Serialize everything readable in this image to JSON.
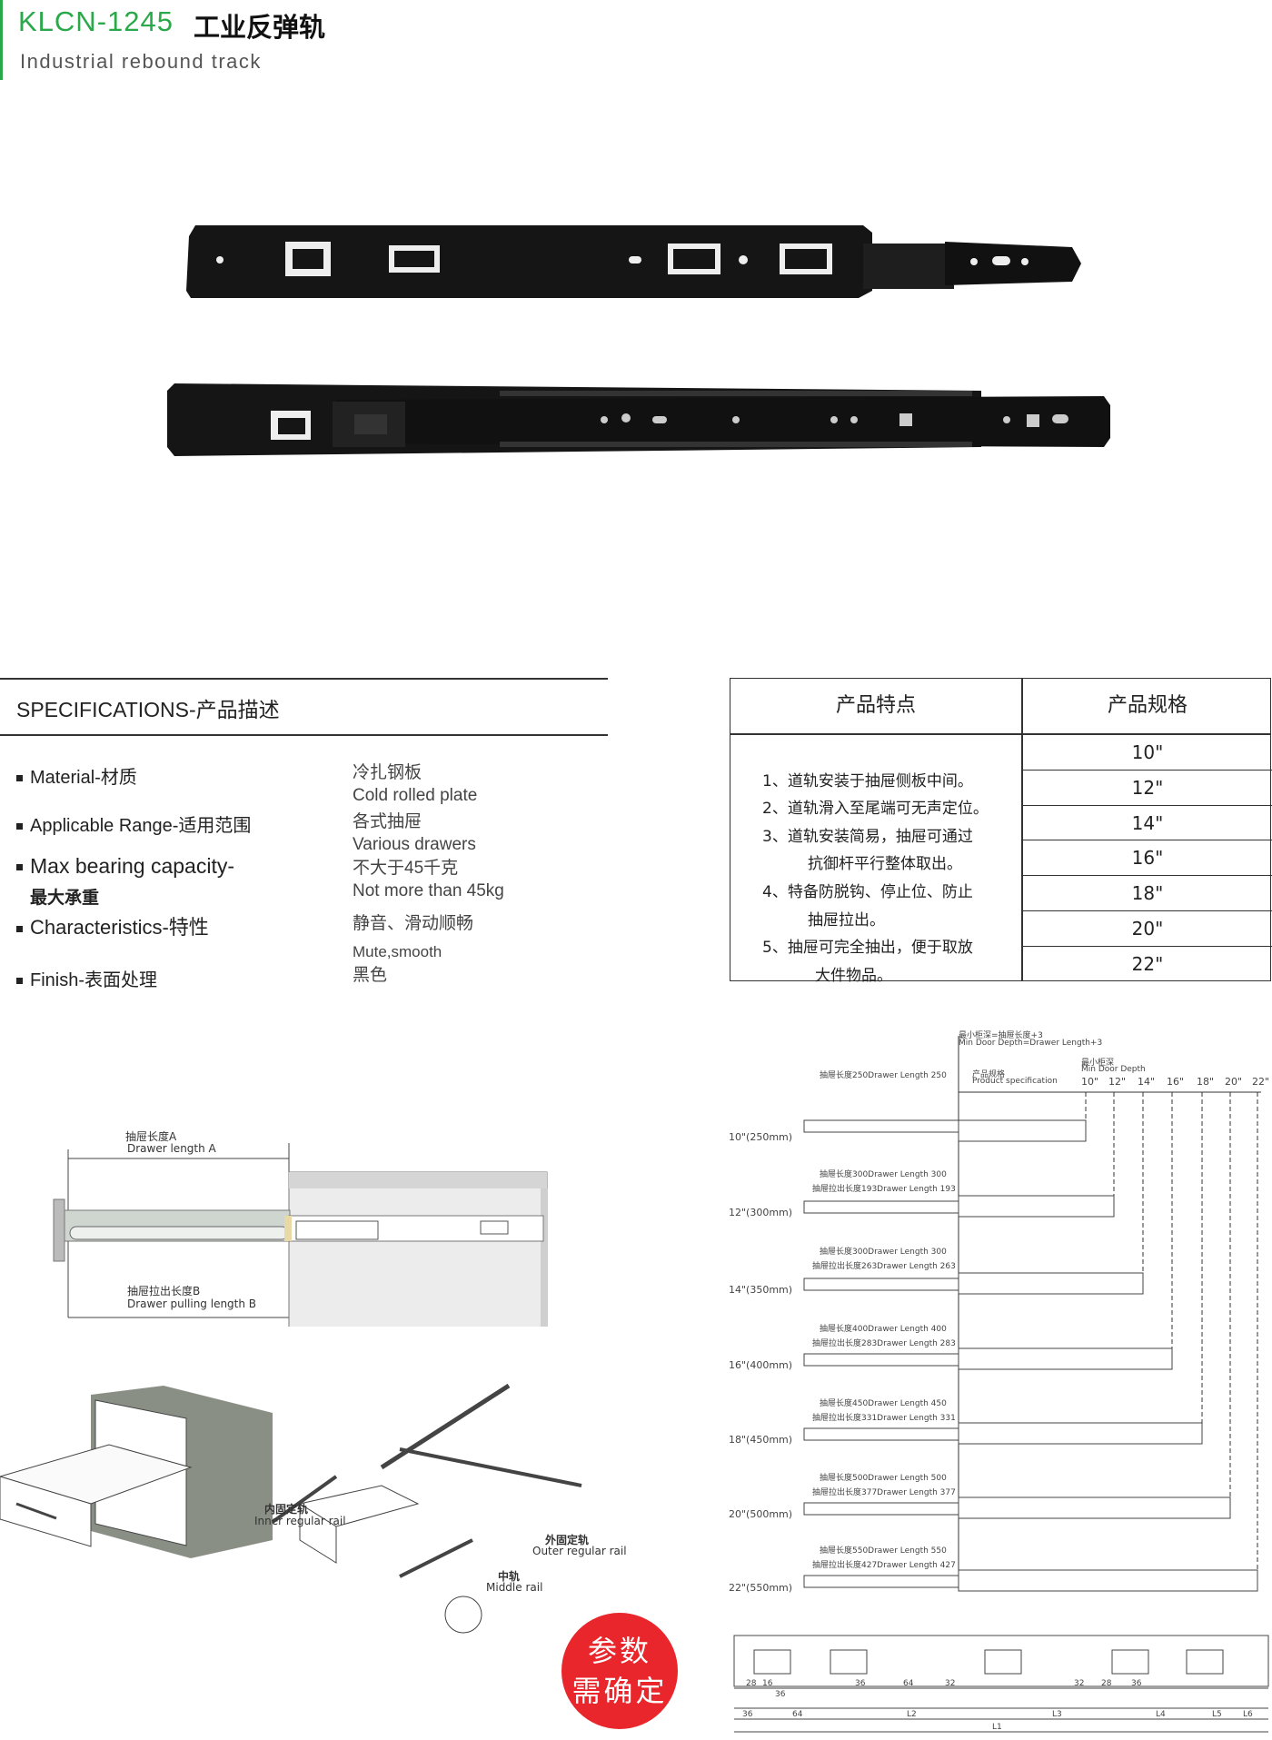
{
  "header": {
    "model": "KLCN-1245",
    "name_cn": "工业反弹轨",
    "name_en": "Industrial rebound track"
  },
  "specifications": {
    "title": "SPECIFICATIONS-产品描述",
    "rows": [
      {
        "label": "Material-材质",
        "value_cn": "冷扎钢板",
        "value_en": "Cold rolled plate"
      },
      {
        "label": "Applicable Range-适用范围",
        "value_cn": "各式抽屉",
        "value_en": "Various drawers"
      },
      {
        "label": "Max bearing capacity-",
        "label2": "最大承重",
        "value_cn": "不大于45千克",
        "value_en": "Not more than 45kg"
      },
      {
        "label": "Characteristics-特性",
        "value_cn": "静音、滑动顺畅",
        "value_en": "Mute,smooth"
      },
      {
        "label": "Finish-表面处理",
        "value_cn": "黑色"
      }
    ]
  },
  "feature_table": {
    "col1_header": "产品特点",
    "col2_header": "产品规格",
    "features": [
      "1、道轨安装于抽屉侧板中间。",
      "2、道轨滑入至尾端可无声定位。",
      "3、道轨安装简易，抽屉可通过",
      "抗御杆平行整体取出。",
      "4、特备防脱钩、停止位、防止",
      "抽屉拉出。",
      "5、抽屉可完全抽出，便于取放",
      "大件物品。"
    ],
    "sizes": [
      "10\"",
      "12\"",
      "14\"",
      "16\"",
      "18\"",
      "20\"",
      "22\""
    ]
  },
  "drawer_diagram": {
    "length_a_cn": "抽屉长度A",
    "length_a_en": "Drawer length A",
    "length_b_cn": "抽屉拉出长度B",
    "length_b_en": "Drawer pulling length B"
  },
  "install_diagram": {
    "inner_cn": "内固定轨",
    "inner_en": "Inner regular rail",
    "outer_cn": "外固定轨",
    "outer_en": "Outer regular rail",
    "middle_cn": "中轨",
    "middle_en": "Middle rail"
  },
  "size_chart": {
    "min_depth_cn": "最小柜深=抽屉长度+3",
    "min_depth_en": "Min Door Depth=Drawer Length+3",
    "min_depth2_cn": "最小柜深",
    "min_depth2_en": "Min Door Depth",
    "spec_cn": "产品规格",
    "spec_en": "Product specification",
    "col_sizes": [
      "10\"",
      "12\"",
      "14\"",
      "16\"",
      "18\"",
      "20\"",
      "22\""
    ],
    "rows": [
      {
        "label": "10\"(250mm)",
        "len": "抽屉长度250Drawer Length 250",
        "pull": ""
      },
      {
        "label": "12\"(300mm)",
        "len": "抽屉长度300Drawer Length 300",
        "pull": "抽屉拉出长度193Drawer Length 193"
      },
      {
        "label": "14\"(350mm)",
        "len": "抽屉长度300Drawer Length 300",
        "pull": "抽屉拉出长度263Drawer Length 263"
      },
      {
        "label": "16\"(400mm)",
        "len": "抽屉长度400Drawer Length 400",
        "pull": "抽屉拉出长度283Drawer Length 283"
      },
      {
        "label": "18\"(450mm)",
        "len": "抽屉长度450Drawer Length 450",
        "pull": "抽屉拉出长度331Drawer Length 331"
      },
      {
        "label": "20\"(500mm)",
        "len": "抽屉长度500Drawer Length 500",
        "pull": "抽屉拉出长度377Drawer Length 377"
      },
      {
        "label": "22\"(550mm)",
        "len": "抽屉长度550Drawer Length 550",
        "pull": "抽屉拉出长度427Drawer Length 427"
      }
    ]
  },
  "hole_diagram": {
    "row1": [
      "28",
      "16",
      "36",
      "64",
      "32",
      "32",
      "28",
      "36"
    ],
    "row1b": "36",
    "row2": [
      "36",
      "64",
      "L2",
      "L3",
      "L4",
      "L5",
      "L6"
    ],
    "bottom": "L1"
  },
  "stamp": {
    "line1": "参数",
    "line2": "需确定"
  },
  "colors": {
    "accent": "#2aa84a",
    "stamp": "#e8262b",
    "rail": "#111111"
  }
}
